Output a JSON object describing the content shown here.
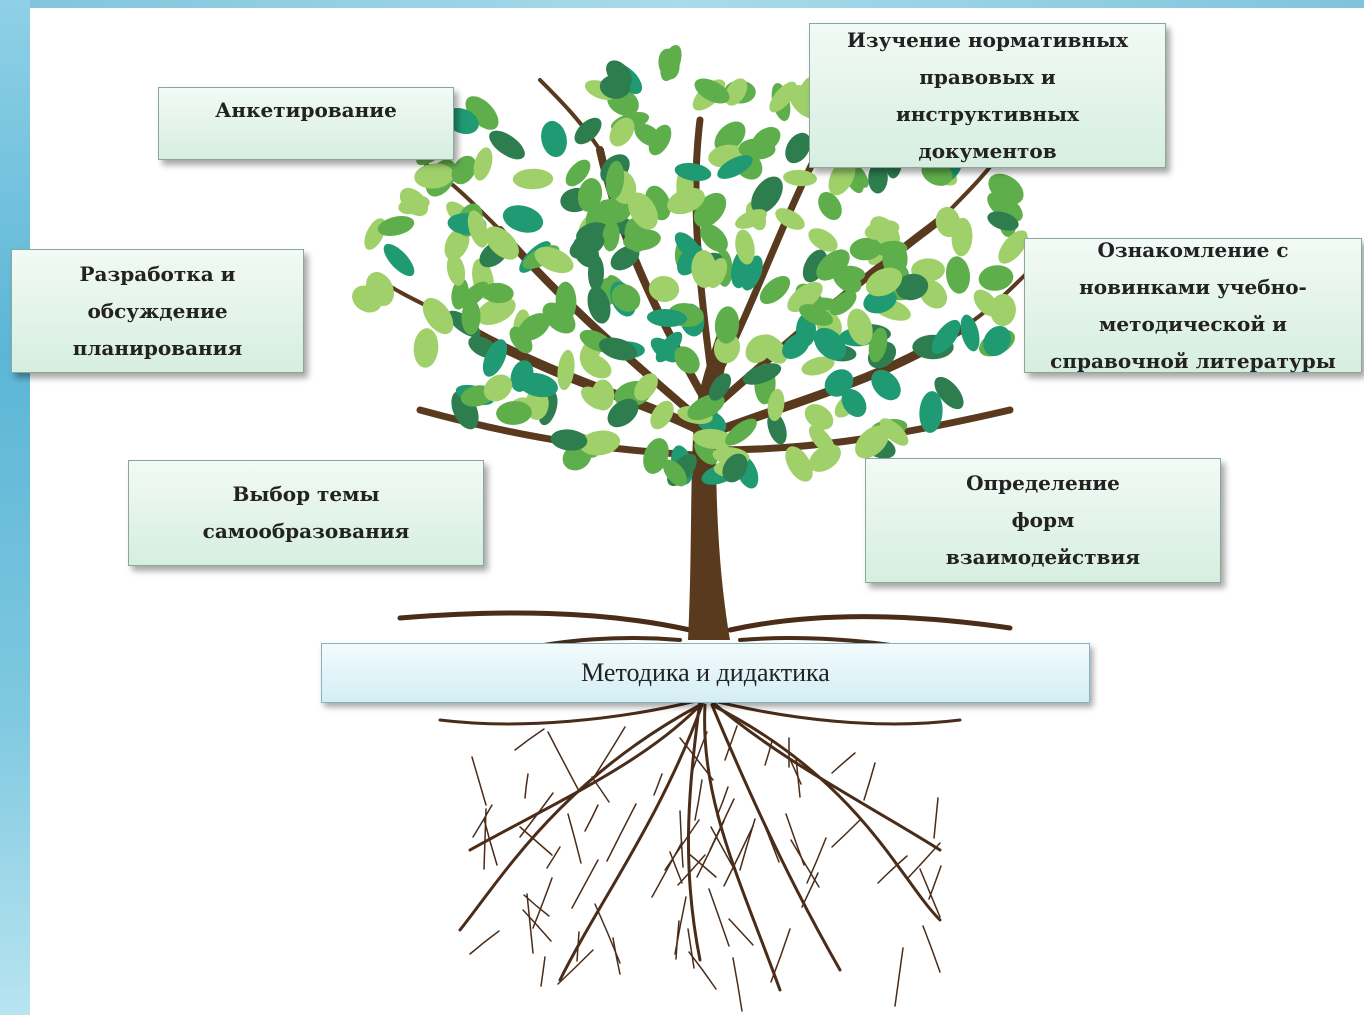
{
  "diagram": {
    "foundation": "Методика и дидактика",
    "boxes": {
      "survey": [
        "Анкетирование"
      ],
      "documents": [
        "Изучение нормативных",
        "правовых и",
        "инструктивных",
        "документов"
      ],
      "planning": [
        "Разработка и",
        "обсуждение",
        "планирования"
      ],
      "literature": [
        "Ознакомление с",
        "новинками  учебно-",
        "методической и",
        "справочной литературы"
      ],
      "topic": [
        "Выбор темы",
        "самообразования"
      ],
      "forms": [
        "Определение",
        "форм",
        "взаимодействия"
      ]
    }
  },
  "colors": {
    "trunk": "#5a3a1e",
    "root": "#4a2c18",
    "leaf_light": "#9fd06a",
    "leaf_mid": "#5fae4c",
    "leaf_dark": "#2e7d4f",
    "leaf_teal": "#1f9a73"
  }
}
